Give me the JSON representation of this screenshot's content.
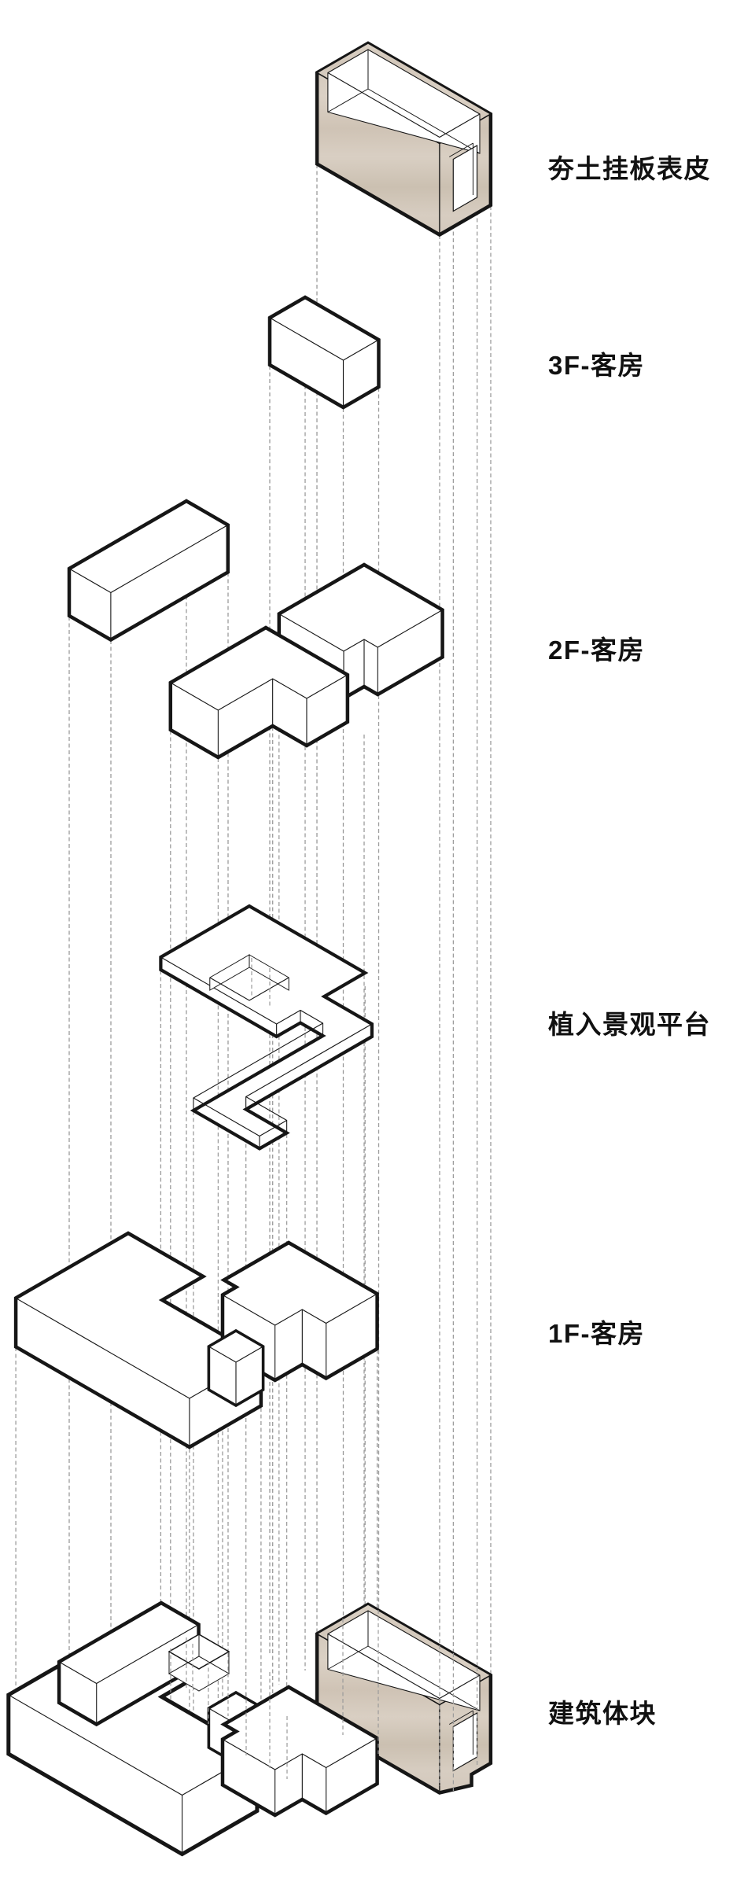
{
  "diagram": {
    "type": "exploded-axonometric-building-diagram",
    "levels": [
      {
        "id": "skin",
        "label": "夯土挂板表皮"
      },
      {
        "id": "3f",
        "label": "3F-客房"
      },
      {
        "id": "2f",
        "label": "2F-客房"
      },
      {
        "id": "platform",
        "label": "植入景观平台"
      },
      {
        "id": "1f",
        "label": "1F-客房"
      },
      {
        "id": "massing",
        "label": "建筑体块"
      }
    ]
  },
  "colors": {
    "ink": "#161616",
    "guide": "#9b9b9b",
    "wood_light": "#ddd4c8",
    "wood_mid": "#d3c8bb",
    "wood_dark": "#cbc0b1",
    "paper": "#ffffff"
  }
}
